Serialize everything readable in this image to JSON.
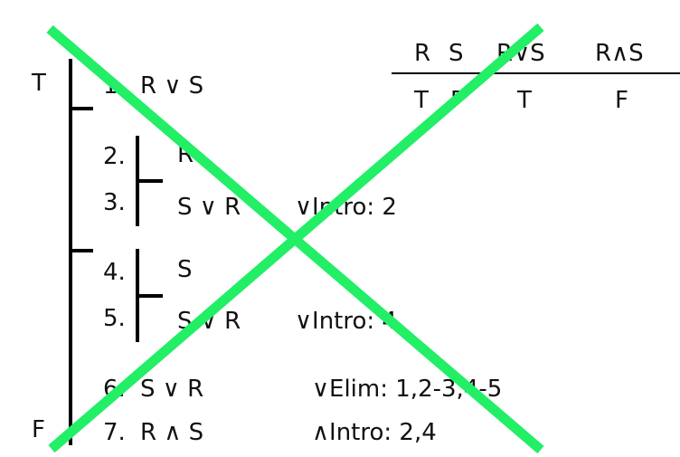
{
  "truth_table": {
    "headers": [
      "R",
      "S",
      "R∨S",
      "R∧S"
    ],
    "row": [
      "T",
      "F",
      "T",
      "F"
    ]
  },
  "proof": {
    "outer_top_label": "T",
    "outer_bottom_label": "F",
    "lines": [
      {
        "num": "1.",
        "formula": "R ∨ S",
        "justification": ""
      },
      {
        "num": "2.",
        "formula": "R",
        "justification": ""
      },
      {
        "num": "3.",
        "formula": "S ∨ R",
        "justification": "∨Intro: 2"
      },
      {
        "num": "4.",
        "formula": "S",
        "justification": ""
      },
      {
        "num": "5.",
        "formula": "S ∨ R",
        "justification": "∨Intro: 4"
      },
      {
        "num": "6.",
        "formula": "S ∨ R",
        "justification": "∨Elim: 1,2-3,4-5"
      },
      {
        "num": "7.",
        "formula": "R ∧ S",
        "justification": "∧Intro: 2,4"
      }
    ]
  },
  "overlay": {
    "color": "#22ee66"
  }
}
